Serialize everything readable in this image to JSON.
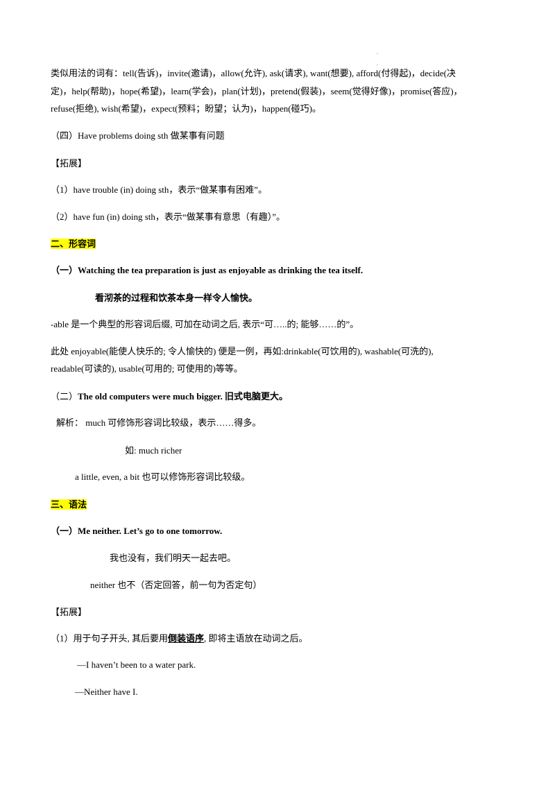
{
  "corner_marks": {
    "dot1": ".",
    "dot2": "."
  },
  "para_similar": {
    "l1": "类似用法的词有：tell(告诉)，invite(邀请)，allow(允许), ask(请求), want(想要), afford(付得起)，decide(决",
    "l2": "定)，help(帮助)，hope(希望)，learn(学会)，plan(计划)，pretend(假装)，seem(觉得好像)，promise(答应)，",
    "l3": "refuse(拒绝), wish(希望)，expect(预料；盼望；认为)，happen(碰巧)。"
  },
  "s4_title": "（四）Have problems doing sth 做某事有问题",
  "expand1_label": "【拓展】",
  "expand1_items": [
    "（1）have trouble (in) doing sth，表示“做某事有困难”。",
    "（2）have fun (in) doing sth，表示“做某事有意思（有趣）”。"
  ],
  "section_adj": "二、形容词",
  "adj1": {
    "sentence": "（一）Watching the tea preparation is just as enjoyable as drinking the tea itself.",
    "translation": "看沏茶的过程和饮茶本身一样令人愉快。",
    "note1": "-able 是一个典型的形容词后缀, 可加在动词之后, 表示“可…..的; 能够……的”。",
    "note2_l1": "此处 enjoyable(能使人快乐的; 令人愉快的)  便是一例，再如:drinkable(可饮用的), washable(可洗的),",
    "note2_l2": "readable(可读的), usable(可用的; 可使用的)等等。"
  },
  "adj2": {
    "prefix": "（二）",
    "sentence": "The old computers were much bigger.  旧式电脑更大。",
    "analysis": "解析：   much 可修饰形容词比较级，表示……得多。",
    "example": "如: much richer",
    "note": "a little, even, a bit 也可以修饰形容词比较级。"
  },
  "section_grammar": "三、语法",
  "grammar1": {
    "sentence": "（一）Me neither. Let’s go to one tomorrow.",
    "translation": "我也没有，我们明天一起去吧。",
    "note": "neither  也不（否定回答，前一句为否定句）"
  },
  "expand2_label": "【拓展】",
  "expand2": {
    "item1_before": "（1）用于句子开头, 其后要用",
    "item1_key": "倒装语序",
    "item1_after": ", 即将主语放在动词之后。",
    "dialog1": "—I haven’t been to a water park.",
    "dialog2": "—Neither have I."
  }
}
